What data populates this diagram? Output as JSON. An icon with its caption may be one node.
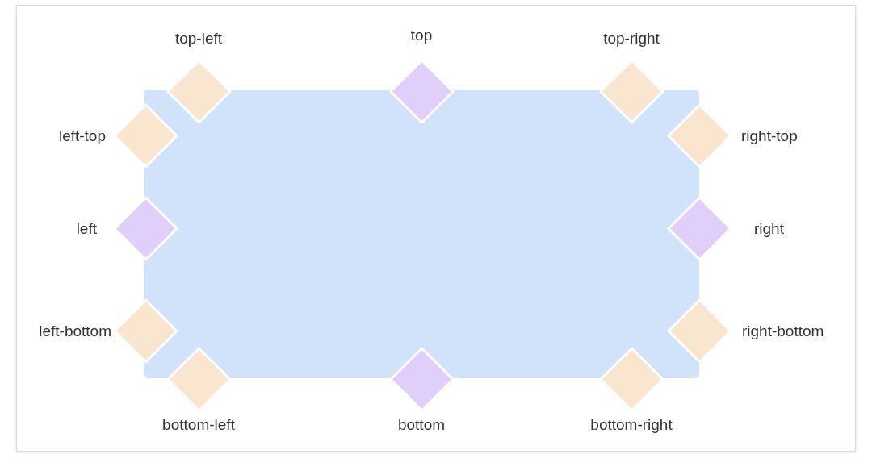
{
  "diagram": {
    "nodes": [
      {
        "text": [],
        "shape": "box"
      },
      {
        "text": [],
        "shape": "diamond",
        "beside": [
          "top-left"
        ]
      },
      {
        "text": [],
        "shape": "diamond",
        "beside": [
          "top"
        ]
      },
      {
        "text": [],
        "shape": "diamond",
        "beside": [
          "top-right"
        ]
      },
      {
        "text": [],
        "shape": "diamond",
        "beside": [
          "left-top"
        ]
      },
      {
        "text": [],
        "shape": "diamond",
        "beside": [
          "right-top"
        ]
      },
      {
        "text": [],
        "shape": "diamond",
        "beside": [
          "left"
        ]
      },
      {
        "text": [],
        "shape": "diamond",
        "beside": [
          "right"
        ]
      },
      {
        "text": [],
        "shape": "diamond",
        "beside": [
          "left-bottom"
        ]
      },
      {
        "text": [],
        "shape": "diamond",
        "beside": [
          "right-bottom"
        ]
      },
      {
        "text": [],
        "shape": "diamond",
        "beside": [
          "bottom-left"
        ]
      },
      {
        "text": [],
        "shape": "diamond",
        "beside": [
          "bottom"
        ]
      },
      {
        "text": [],
        "shape": "diamond",
        "beside": [
          "bottom-right"
        ]
      }
    ]
  }
}
